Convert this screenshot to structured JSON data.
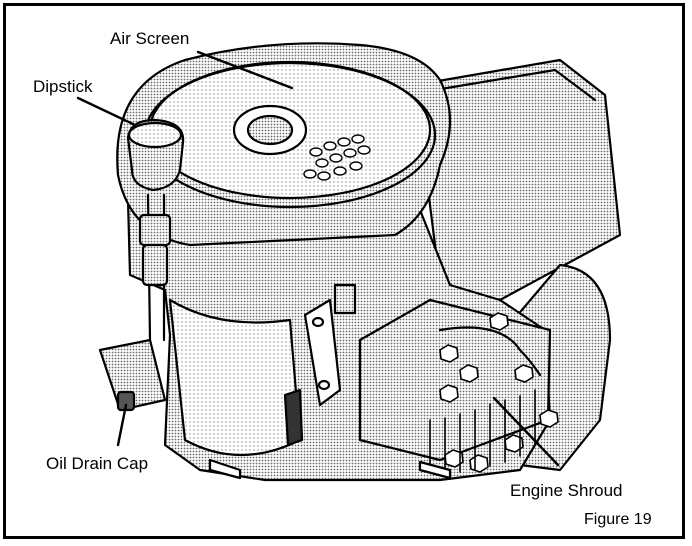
{
  "figure": {
    "caption": "Figure 19",
    "callouts": {
      "air_screen": "Air Screen",
      "dipstick": "Dipstick",
      "oil_drain_cap": "Oil Drain Cap",
      "engine_shroud": "Engine Shroud"
    }
  },
  "colors": {
    "ink": "#000000",
    "paper": "#ffffff",
    "screen_tone": "#d9d9d9"
  }
}
